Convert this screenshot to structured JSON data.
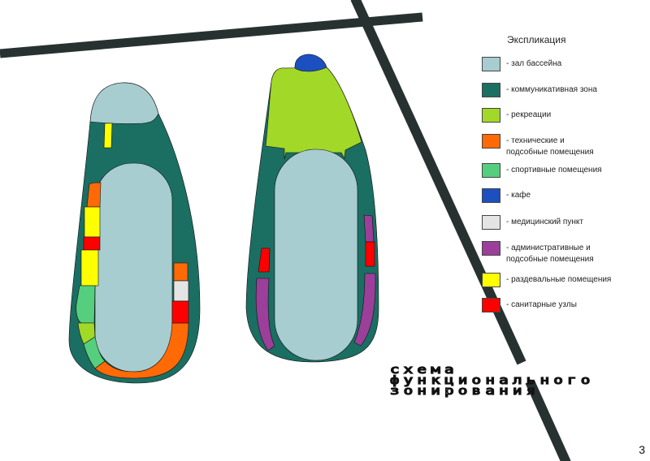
{
  "legend": {
    "title": "Экспликация",
    "items": [
      {
        "label": "- зал бассейна",
        "color": "#a7cdd0"
      },
      {
        "label": "- коммуникативная зона",
        "color": "#1b6e62"
      },
      {
        "label": "- рекреации",
        "color": "#a2d828"
      },
      {
        "label": "- технические и",
        "label2": "подсобные помещения",
        "color": "#ff6a07"
      },
      {
        "label": "- спортивные помещения",
        "color": "#55cf7d"
      },
      {
        "label": "- кафе",
        "color": "#1c4fc0"
      },
      {
        "label": "- медицинский пункт",
        "color": "#e4e4e4"
      },
      {
        "label": "- административные и",
        "label2": "подсобные помещения",
        "color": "#9b3f9a"
      },
      {
        "label": "- раздевальные помещения",
        "color": "#ffff00"
      },
      {
        "label": "- санитарные узлы",
        "color": "#ff0000"
      }
    ]
  },
  "title": {
    "line1": "схема",
    "line2": "функционального",
    "line3": "зонирования"
  },
  "page_number": "3"
}
